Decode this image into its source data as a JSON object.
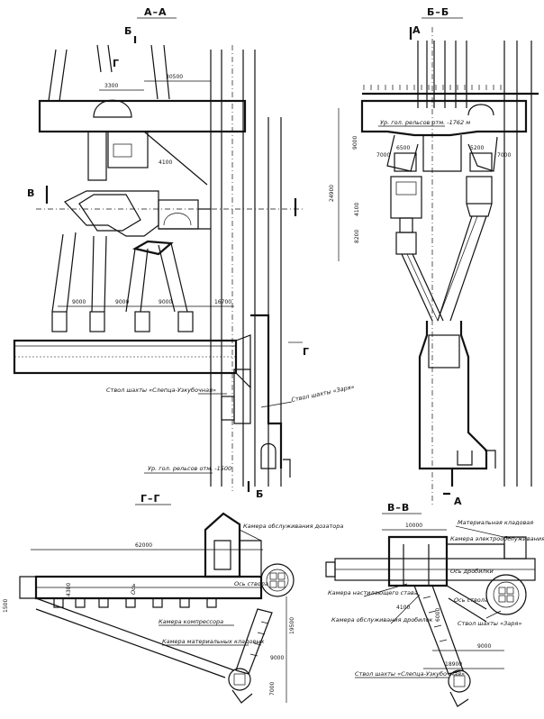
{
  "sections": {
    "aa": {
      "title": "А–А",
      "marks": {
        "b": "Б",
        "g_top": "Г",
        "v": "В",
        "g_right": "Г",
        "b_bottom": "Б"
      },
      "dims": {
        "d3300": "3300",
        "d30500": "30500",
        "d4100": "4100",
        "d9000a": "9000",
        "d9000b": "9000",
        "d9000c": "9000",
        "d16700": "16700"
      },
      "labels": {
        "stvol_sleptsa": "Ствол шахты «Слепца-Узкубочная»",
        "stvol_zarya": "Ствол шахты «Заря»",
        "elevation": "Ур. гол. рельсов отм. -1500"
      }
    },
    "bb": {
      "title": "Б–Б",
      "marks": {
        "a_top": "А",
        "a_bottom": "А"
      },
      "dims": {
        "d24900": "24900",
        "d9000": "9000",
        "d7000l": "7000",
        "d7000r": "7000",
        "d6500": "6500",
        "d5200": "5200",
        "d4100": "4100",
        "d8200": "8200"
      },
      "labels": {
        "elevation": "Ур. гол. рельсов отм. -1762 м"
      }
    },
    "gg": {
      "title": "Г–Г",
      "dims": {
        "d62000": "62000",
        "d1500": "1500",
        "d19500": "19500",
        "d9000": "9000",
        "d7000": "7000",
        "d4300": "4300"
      },
      "labels": {
        "kamera_dozator": "Камера обслуживания дозатора",
        "kamera_kompressor": "Камера компрессора",
        "kamera_material": "Камера материальных кладовых",
        "os_stvola": "Ось ствола",
        "os": "Ось"
      }
    },
    "vv": {
      "title": "В–В",
      "dims": {
        "d10000": "10000",
        "d4100": "4100",
        "d9000": "9000",
        "d18900": "18900",
        "d6000": "6000"
      },
      "labels": {
        "material_kladovaya": "Материальная кладовая",
        "kamera_elektro": "Камера электрообслуживания дробилок",
        "os_drobilki": "Ось дробилки",
        "kamera_nastyl": "Камера настилающего става",
        "kamera_drobilki": "Камера обслуживания дробилок",
        "stvol_zarya": "Ствол шахты «Заря»",
        "stvol_sleptsa": "Ствол шахты «Слепца-Узкубочная»",
        "os_stvola": "Ось ствола"
      }
    }
  }
}
